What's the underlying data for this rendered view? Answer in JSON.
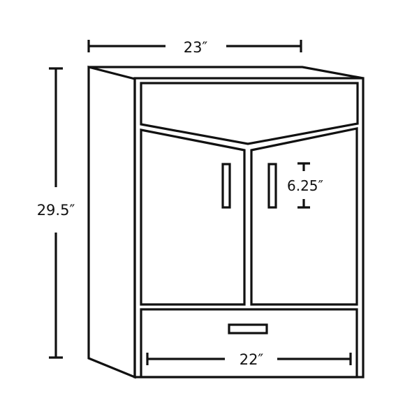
{
  "diagram": {
    "subject": "Bathroom vanity cabinet line drawing with dimensions",
    "stroke_color": "#111111",
    "background": "#ffffff",
    "dimensions": {
      "width_top": "23″",
      "height": "29.5″",
      "handle_length": "6.25″",
      "width_inner": "22″"
    },
    "components": [
      "top-drawer-panel",
      "left-door",
      "right-door",
      "bottom-drawer",
      "door-handle-left",
      "door-handle-right",
      "drawer-handle"
    ]
  }
}
